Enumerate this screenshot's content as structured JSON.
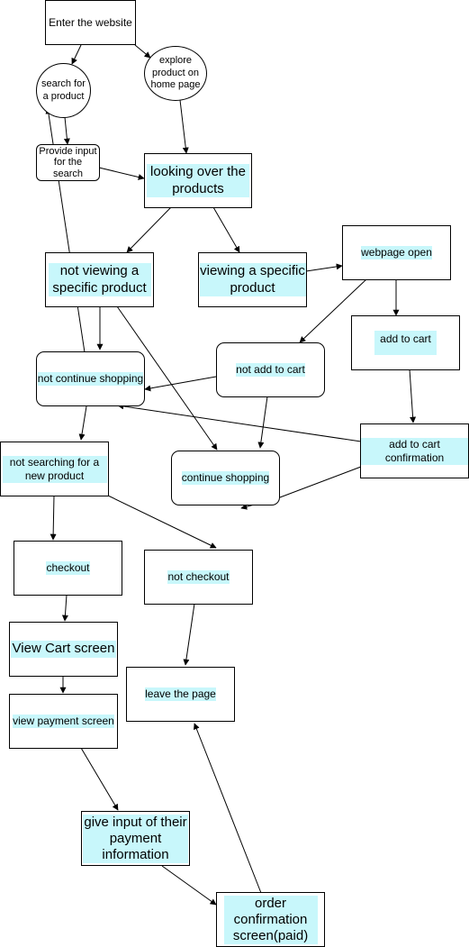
{
  "nodes": {
    "enter_website": "Enter the website",
    "search_product": "search for a product",
    "explore_product": "explore product on home page",
    "provide_input": "Provide input for the search",
    "looking_over": "looking over the products",
    "not_viewing": "not viewing a specific product",
    "viewing": "viewing a specific product",
    "webpage_open": "webpage open",
    "add_to_cart": "add to cart",
    "not_add_to_cart": "not add to cart",
    "not_continue": "not continue shopping",
    "add_to_cart_confirm": "add to cart confirmation",
    "not_searching": "not searching for a new product",
    "continue_shopping": "continue shopping",
    "checkout": "checkout",
    "not_checkout": "not checkout",
    "view_cart": "View Cart screen",
    "leave_page": "leave the page",
    "view_payment": "view payment screen",
    "give_input": "give input of their payment information",
    "order_confirmation": "order confirmation screen(paid)"
  },
  "colors": {
    "highlight": "#c8f7fb",
    "stroke": "#000000"
  }
}
